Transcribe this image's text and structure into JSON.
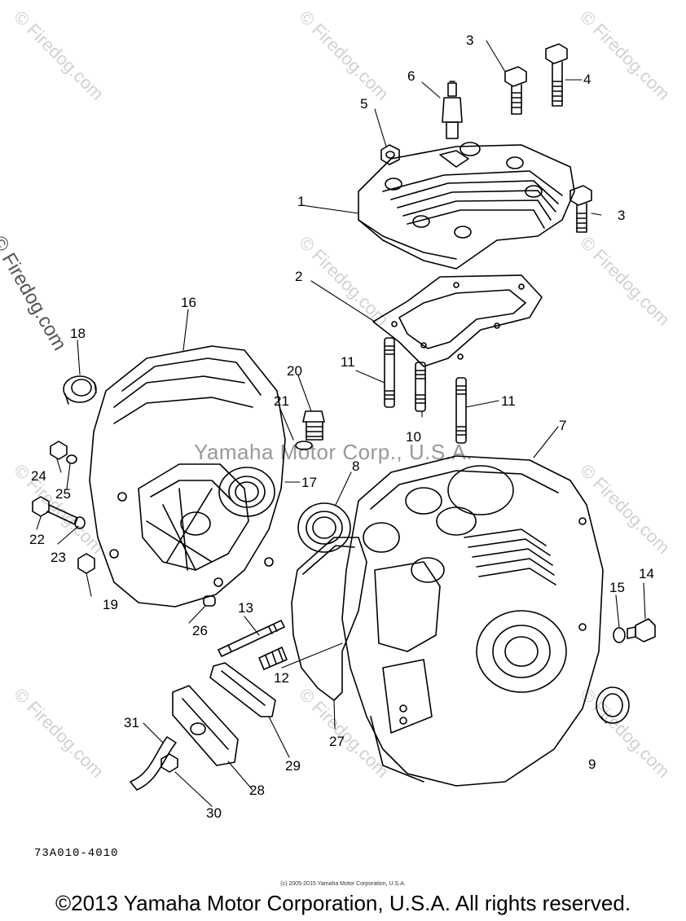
{
  "callouts": [
    "1",
    "2",
    "3",
    "3",
    "4",
    "5",
    "6",
    "7",
    "8",
    "9",
    "10",
    "11",
    "11",
    "12",
    "13",
    "14",
    "15",
    "16",
    "17",
    "18",
    "19",
    "20",
    "21",
    "22",
    "23",
    "24",
    "25",
    "26",
    "27",
    "28",
    "29",
    "30",
    "31"
  ],
  "watermark_small": "© Firedog.com",
  "watermark_left": "© Firedog.com",
  "watermark_center": "Yamaha Motor Corp., U.S.A.",
  "drawing_code": "73A010-4010",
  "small_copyright": "(c) 2005-2015 Yamaha Motor Corporation, U.S.A.",
  "copyright": "©2013 Yamaha Motor Corporation, U.S.A. All rights reserved.",
  "colors": {
    "line": "#000000",
    "watermark": "#d2d2d2",
    "background": "#ffffff"
  }
}
